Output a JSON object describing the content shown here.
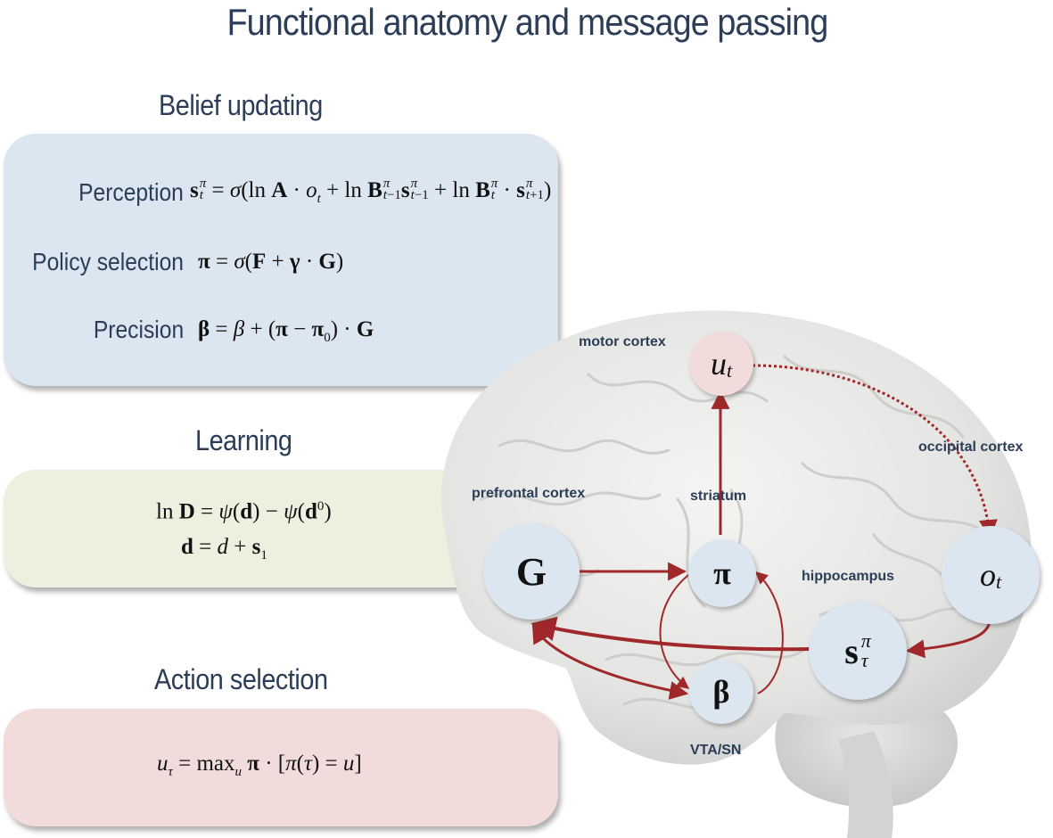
{
  "title": "Functional anatomy and message passing",
  "sections": {
    "belief": {
      "title": "Belief updating",
      "color": "#dce6f1",
      "rows": [
        {
          "label": "Perception",
          "equation": "s_t^π = σ(ln A · o_t + ln B_{t−1}^π s_{t−1}^π + ln B_t^π · s_{t+1}^π)"
        },
        {
          "label": "Policy selection",
          "equation": "π = σ(F + γ · G)"
        },
        {
          "label": "Precision",
          "equation": "β = β + (π − π_0) · G"
        }
      ]
    },
    "learning": {
      "title": "Learning",
      "color": "#ebf1de",
      "equations": [
        "ln D = ψ(d) − ψ(d^0)",
        "d = d + s_1"
      ]
    },
    "action": {
      "title": "Action selection",
      "color": "#f2dcdb",
      "equation": "u_τ = max_u π · [π(τ) = u]"
    }
  },
  "diagram": {
    "regions": {
      "motor": "motor cortex",
      "occipital": "occipital cortex",
      "prefrontal": "prefrontal cortex",
      "striatum": "striatum",
      "hippocampus": "hippocampus",
      "vta": "VTA/SN"
    },
    "nodes": {
      "u": {
        "base": "u",
        "sub": "t",
        "color": "#f2dcdb"
      },
      "o": {
        "base": "o",
        "sub": "t",
        "color": "#dce6f1"
      },
      "G": {
        "base": "G",
        "color": "#dce6f1"
      },
      "pi": {
        "base": "π",
        "color": "#dce6f1"
      },
      "beta": {
        "base": "β",
        "color": "#dce6f1"
      },
      "s": {
        "base": "s",
        "sup": "π",
        "sub": "τ",
        "color": "#dce6f1"
      }
    },
    "edges": [
      {
        "from": "pi",
        "to": "u",
        "style": "solid"
      },
      {
        "from": "u",
        "to": "o",
        "style": "dotted"
      },
      {
        "from": "o",
        "to": "s",
        "style": "solid"
      },
      {
        "from": "s",
        "to": "G",
        "style": "solid"
      },
      {
        "from": "G",
        "to": "pi",
        "style": "solid"
      },
      {
        "from": "G",
        "to": "beta",
        "style": "solid-bidirectional"
      },
      {
        "from": "pi",
        "to": "beta",
        "style": "solid"
      },
      {
        "from": "beta",
        "to": "pi",
        "style": "solid"
      }
    ],
    "arrow_color": "#a0282a"
  }
}
